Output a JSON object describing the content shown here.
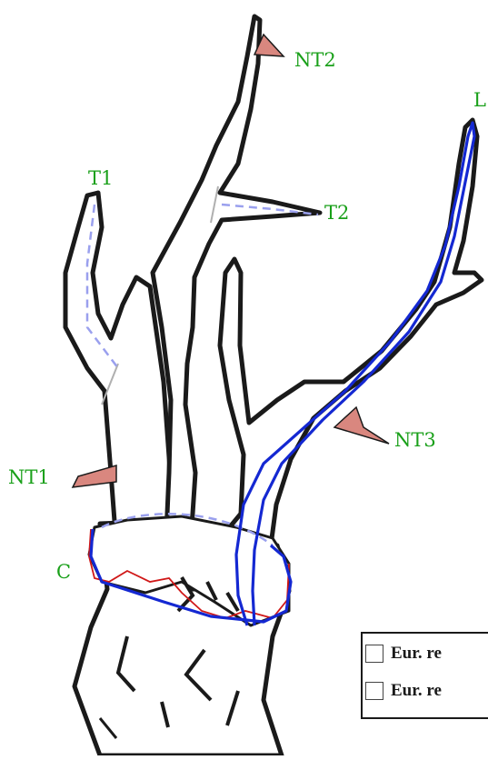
{
  "labels": {
    "nt2": "NT2",
    "l": "L",
    "t1": "T1",
    "t2": "T2",
    "nt3": "NT3",
    "nt1": "NT1",
    "c": "C"
  },
  "legend": {
    "row1": "Eur. re",
    "row2": "Eur. re"
  },
  "colors": {
    "label": "#1aa01a",
    "outline": "#1a1a1a",
    "tine_fill": "#d9877f",
    "blue_line": "#1428d2",
    "dashed_line": "#9aa0ee",
    "red_line": "#d01818",
    "gray_line": "#b0b0b0"
  }
}
